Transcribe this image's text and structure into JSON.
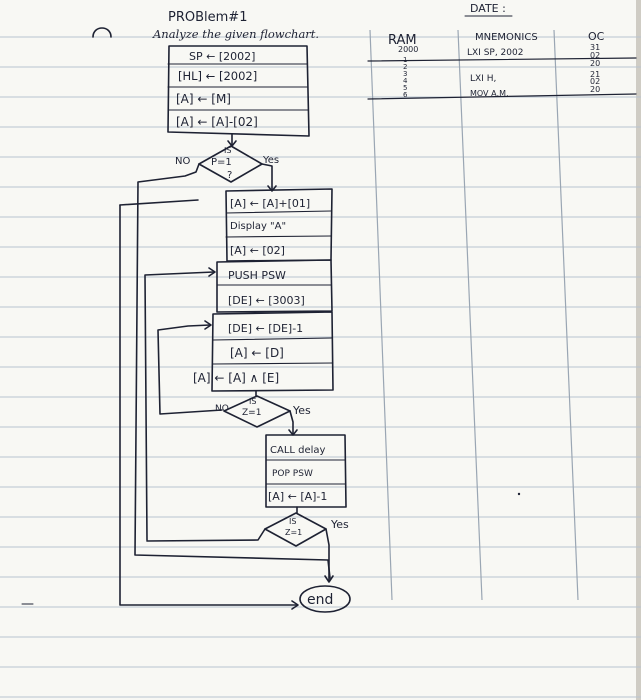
{
  "header": {
    "date_label": "DATE :",
    "problem_title": "PROBlem#1",
    "instruction": "Analyze the given flowchart."
  },
  "init_steps": [
    "SP ← [2002]",
    "[HL] ← [2002]",
    "[A] ← [M]",
    "[A] ← [A]-[02]"
  ],
  "flowchart": {
    "decision1": {
      "top": "IS",
      "cond": "P=1",
      "bottom": "?",
      "no": "NO",
      "yes": "Yes"
    },
    "block1": [
      "[A] ← [A]+[01]",
      "Display \"A\"",
      "[A] ← [02]"
    ],
    "block2": [
      "PUSH PSW",
      "[DE] ← [3003]"
    ],
    "block3": [
      "[DE] ← [DE]-1",
      "[A] ← [D]",
      "[A] ← [A] ∧ [E]"
    ],
    "decision2": {
      "top": "IS",
      "cond": "Z=1",
      "no": "NO",
      "yes": "Yes"
    },
    "block4": [
      "CALL delay",
      "POP PSW",
      "[A] ← [A]-1"
    ],
    "decision3": {
      "top": "IS",
      "cond": "Z=1",
      "yes": "Yes"
    },
    "end_label": "end"
  },
  "table": {
    "headers": [
      "RAM",
      "MNEMONICS",
      "OC"
    ],
    "ram": [
      "2000",
      "1",
      "2",
      "3",
      "4",
      "5",
      "6"
    ],
    "mnemonics": [
      "LXI SP, 2002",
      "LXI H,",
      "MOV A,M,"
    ],
    "opcodes": [
      "31",
      "02",
      "20",
      "21",
      "02",
      "20"
    ]
  },
  "colors": {
    "ink": "#1e2233",
    "paper": "#fbfbf8"
  }
}
